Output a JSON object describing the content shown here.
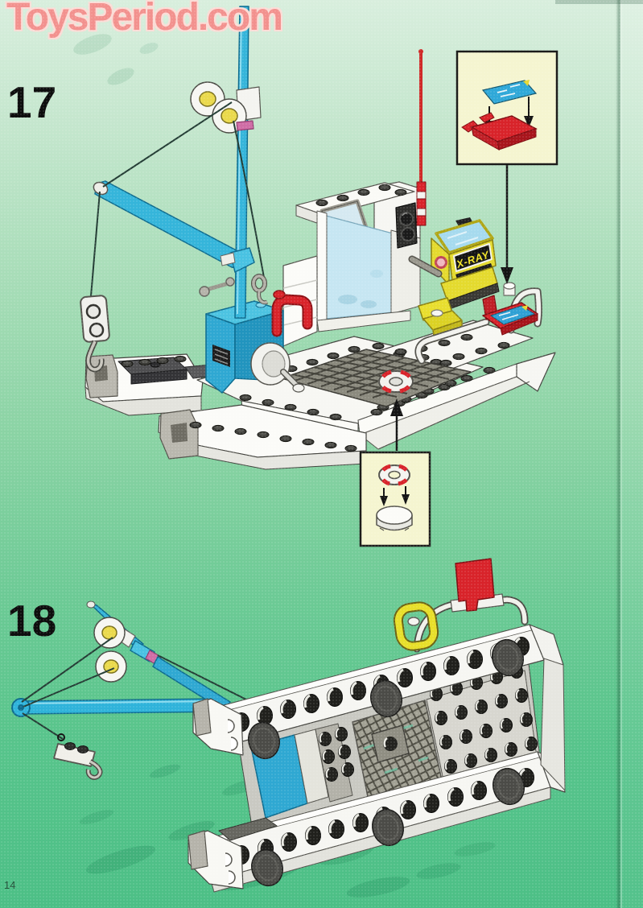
{
  "page": {
    "watermark": "ToysPeriod.com",
    "page_number": "14"
  },
  "step17": {
    "number": "17",
    "xray_label": "X-RAY"
  },
  "step18": {
    "number": "18"
  },
  "colors": {
    "background_top": "#d8eedd",
    "background_bottom": "#4cbf86",
    "watermark_pink": "#f2918e",
    "inset_background": "#f5f5d0",
    "lego_cyan": "#2fb3da",
    "lego_red": "#d8232a",
    "lego_yellow": "#e8df2a",
    "window_blue": "#c6e6f2",
    "step_number_black": "#0d0d0d"
  }
}
